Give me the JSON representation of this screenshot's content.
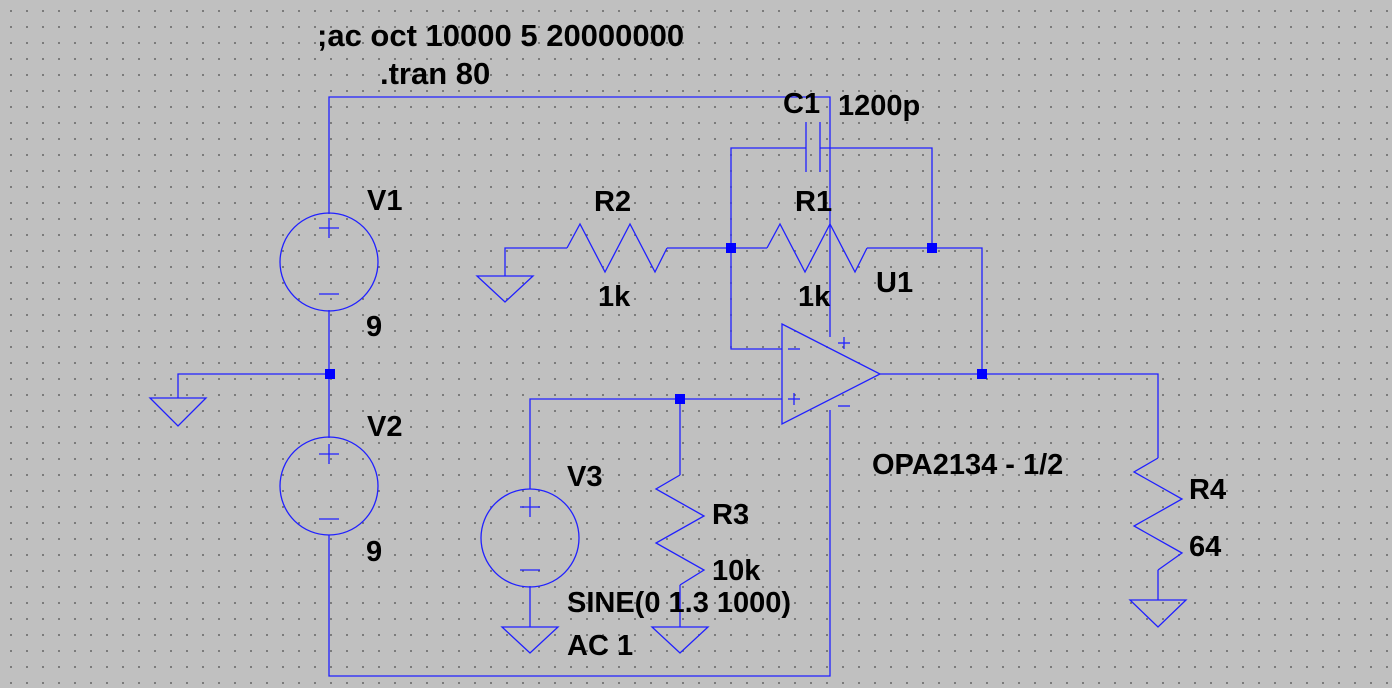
{
  "directives": {
    "ac": ";ac oct 10000 5 20000000",
    "tran": ".tran 80"
  },
  "components": {
    "C1": {
      "name": "C1",
      "value": "1200p"
    },
    "R1": {
      "name": "R1",
      "value": "1k"
    },
    "R2": {
      "name": "R2",
      "value": "1k"
    },
    "R3": {
      "name": "R3",
      "value": "10k"
    },
    "R4": {
      "name": "R4",
      "value": "64"
    },
    "V1": {
      "name": "V1",
      "value": "9"
    },
    "V2": {
      "name": "V2",
      "value": "9"
    },
    "V3": {
      "name": "V3",
      "value": "SINE(0 1.3 1000)",
      "ac": "AC 1"
    },
    "U1": {
      "name": "U1",
      "model": "OPA2134 - 1/2"
    }
  },
  "colors": {
    "background": "#c0c0c0",
    "wire": "#2020ff",
    "node": "#0000ff",
    "text": "#000000"
  }
}
